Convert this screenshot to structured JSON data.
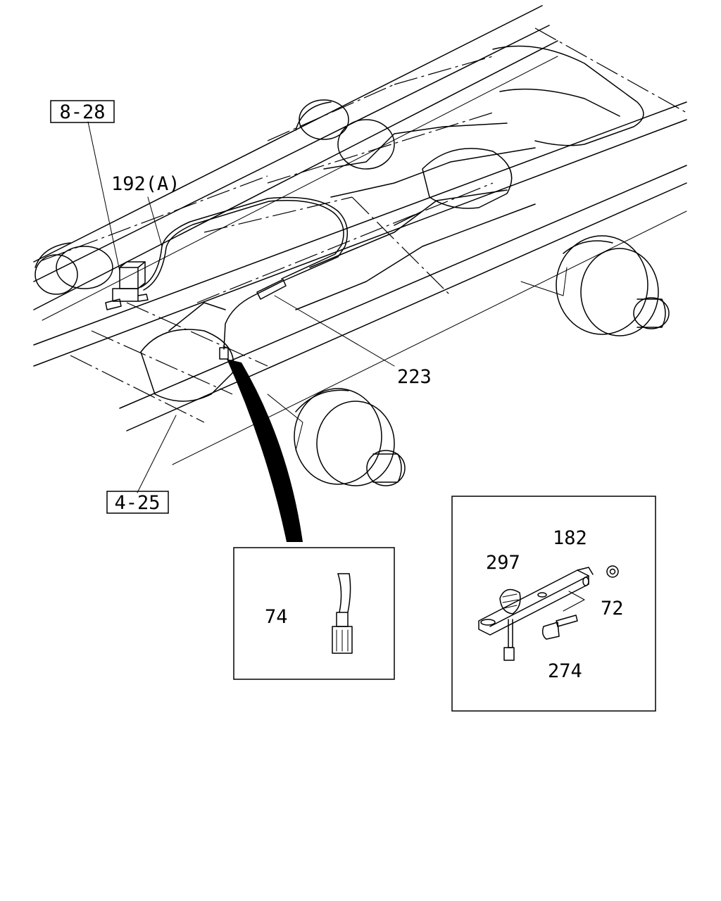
{
  "ref_boxes": [
    {
      "id": "ref-8-28",
      "text": "8-28"
    },
    {
      "id": "ref-4-25",
      "text": "4-25"
    }
  ],
  "callouts": [
    {
      "id": "part-192a",
      "text": "192(A)"
    },
    {
      "id": "part-223",
      "text": "223"
    },
    {
      "id": "part-74",
      "text": "74"
    },
    {
      "id": "part-182",
      "text": "182"
    },
    {
      "id": "part-297",
      "text": "297"
    },
    {
      "id": "part-72",
      "text": "72"
    },
    {
      "id": "part-274",
      "text": "274"
    }
  ]
}
